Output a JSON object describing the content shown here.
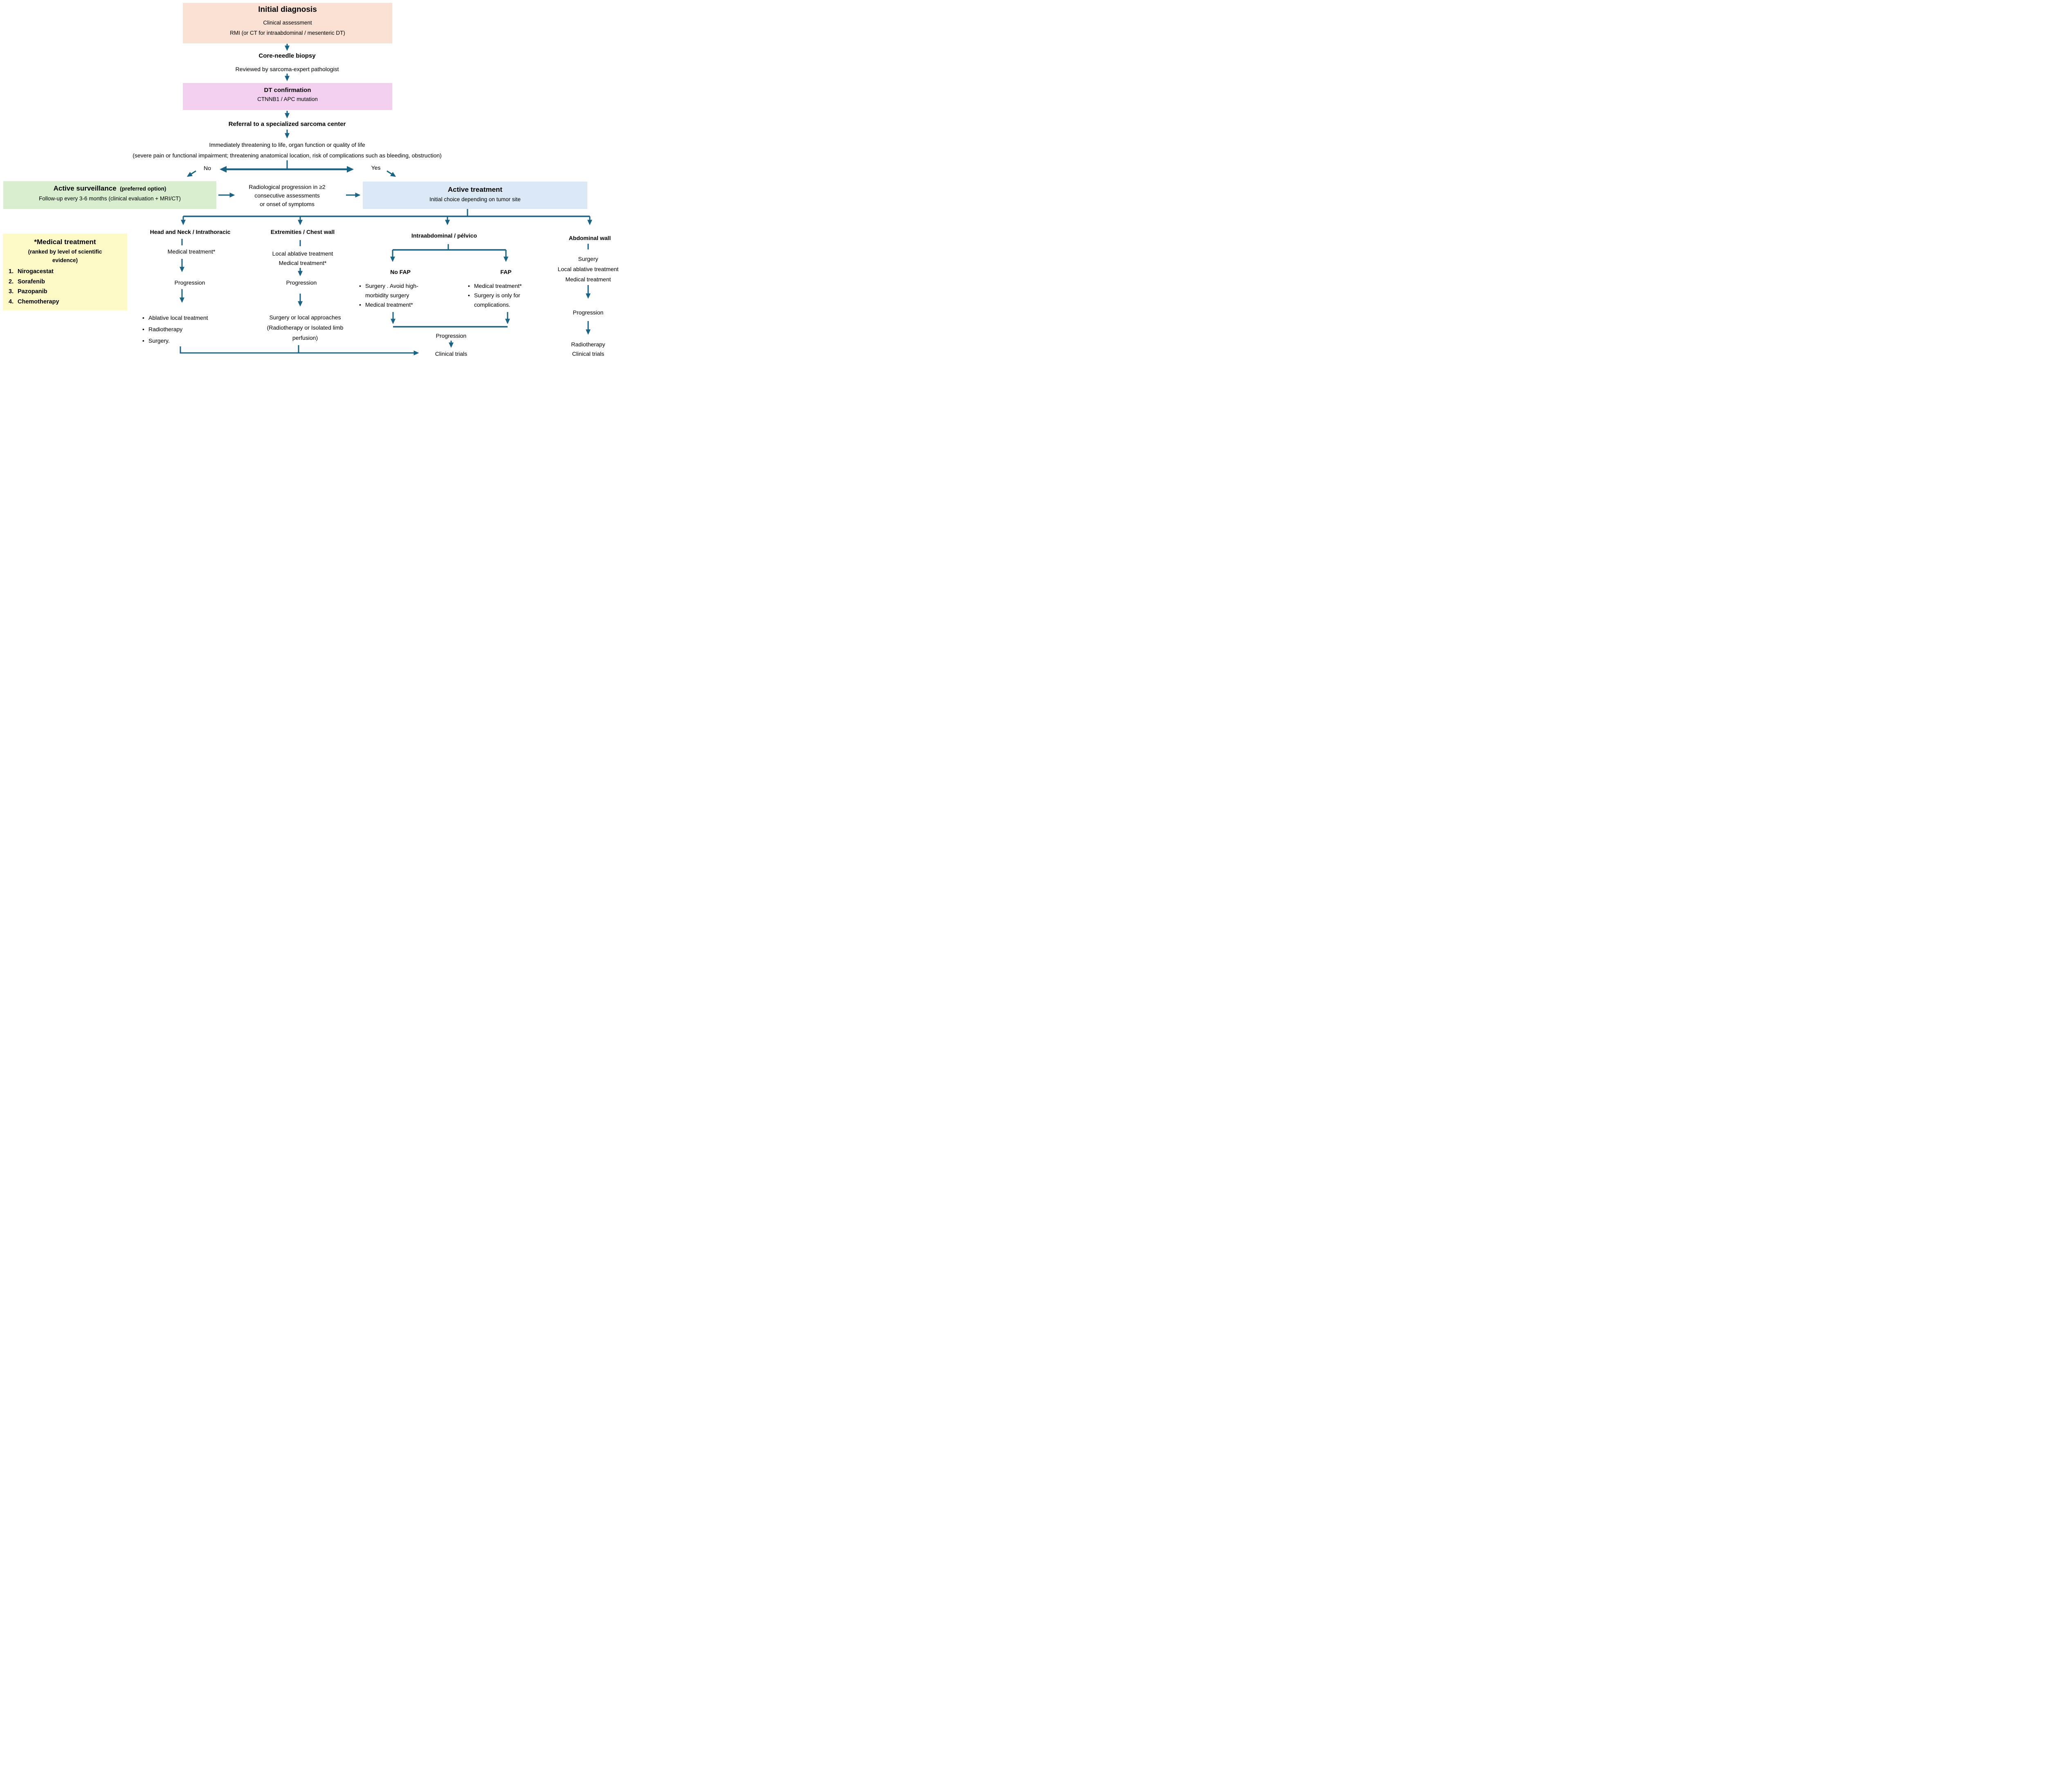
{
  "palette": {
    "arrow": "#1B6385",
    "peach": "#FBE1D3",
    "pink": "#F2CEEF",
    "green": "#D9EECF",
    "blue": "#DBE9F6",
    "yellow": "#FEFAC7"
  },
  "flow": {
    "initial": {
      "title": "Initial diagnosis",
      "lines": [
        "Clinical assessment",
        "RMI (or CT for intraabdominal / mesenteric DT)"
      ]
    },
    "biopsy": {
      "title": "Core-needle biopsy",
      "subtitle": "Reviewed by sarcoma-expert pathologist"
    },
    "confirmation": {
      "title": "DT confirmation",
      "subtitle": "CTNNB1 / APC mutation"
    },
    "referral": {
      "title": "Referral to a specialized sarcoma center"
    },
    "triage_question": {
      "line1": "Immediately threatening to life, organ function or quality of life",
      "line2": "(severe pain or functional impairment; threatening anatomical location, risk of complications such as bleeding, obstruction)"
    },
    "branch": {
      "no": "No",
      "yes": "Yes"
    },
    "surveillance": {
      "title": "Active surveillance",
      "title_note": "(preferred option)",
      "subtitle": "Follow-up every 3-6 months (clinical evaluation + MRI/CT)"
    },
    "progression_trigger": {
      "lines": [
        "Radiological progression in ≥2",
        "consecutive assessments",
        "or onset of symptoms"
      ]
    },
    "treatment": {
      "title": "Active treatment",
      "subtitle": "Initial choice depending on tumor site"
    },
    "legend": {
      "title": "*Medical treatment",
      "subtitle": "(ranked by level of scientific evidence)",
      "items": [
        {
          "num": "1.",
          "label": "Nirogacestat"
        },
        {
          "num": "2.",
          "label": "Sorafenib"
        },
        {
          "num": "3.",
          "label": "Pazopanib"
        },
        {
          "num": "4.",
          "label": "Chemotherapy"
        }
      ]
    },
    "columns": [
      {
        "header": "Head and Neck / Intrathoracic",
        "steps": [
          "Medical treatment*"
        ],
        "progression": "Progression",
        "bullets": [
          "Ablative local treatment",
          "Radiotherapy",
          "Surgery."
        ]
      },
      {
        "header": "Extremities / Chest wall",
        "steps": [
          "Local ablative treatment",
          "Medical treatment*"
        ],
        "progression": "Progression",
        "outcome_lines": [
          "Surgery or local approaches",
          "(Radiotherapy or Isolated limb",
          "perfusion)"
        ]
      },
      {
        "header": "Intraabdominal / pélvico",
        "no_fap": {
          "title": "No FAP",
          "bullets": [
            "Surgery . Avoid high-morbidity surgery",
            "Medical treatment*"
          ]
        },
        "fap": {
          "title": "FAP",
          "bullets": [
            "Medical treatment*",
            "Surgery is only for complications."
          ]
        },
        "progression": "Progression",
        "outcome": "Clinical trials"
      },
      {
        "header": "Abdominal wall",
        "steps": [
          "Surgery",
          "Local ablative treatment",
          "Medical treatment"
        ],
        "progression": "Progression",
        "outcome_lines": [
          "Radiotherapy",
          "Clinical trials"
        ]
      }
    ]
  }
}
